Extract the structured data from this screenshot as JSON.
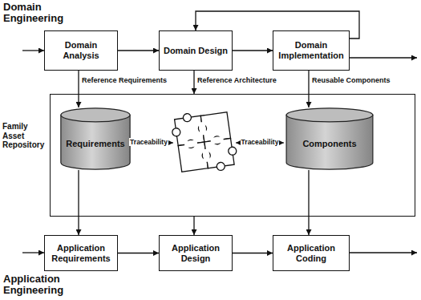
{
  "diagram": {
    "nodes": [
      {
        "text": [
          "Domain Analysis"
        ]
      },
      {
        "text": [
          "Domain Design"
        ]
      },
      {
        "text": [
          "Domain Implementation"
        ]
      },
      {
        "text": [
          "Family Asset Repository"
        ]
      },
      {
        "text": [
          "Requirements"
        ],
        "in": 3
      },
      {
        "text": [
          "Components"
        ],
        "in": 3
      },
      {
        "text": [
          "Application Requirements"
        ]
      },
      {
        "text": [
          "Application Design"
        ]
      },
      {
        "text": [
          "Application Coding"
        ]
      }
    ],
    "edges": [
      {
        "from": 0,
        "to": 1,
        "arrow": "to"
      },
      {
        "from": 1,
        "to": 2,
        "arrow": "to"
      },
      {
        "from": 2,
        "to": 1,
        "arrow": "to"
      },
      {
        "from": 0,
        "to": 4,
        "label": "Reference Requirements",
        "arrow": "to"
      },
      {
        "from": 1,
        "to": 3,
        "label": "Reference Architecture",
        "arrow": "to"
      },
      {
        "from": 2,
        "to": 5,
        "label": "Reusable Components",
        "arrow": "to"
      },
      {
        "from": 4,
        "to": 6,
        "arrow": "to"
      },
      {
        "from": 3,
        "to": 7,
        "arrow": "to"
      },
      {
        "from": 5,
        "to": 8,
        "arrow": "to"
      },
      {
        "from": 6,
        "to": 7,
        "arrow": "to"
      },
      {
        "from": 7,
        "to": 8,
        "arrow": "to"
      }
    ],
    "labels": [
      "Domain Engineering",
      "Traceability",
      "Traceability",
      "Application Engineering"
    ]
  }
}
